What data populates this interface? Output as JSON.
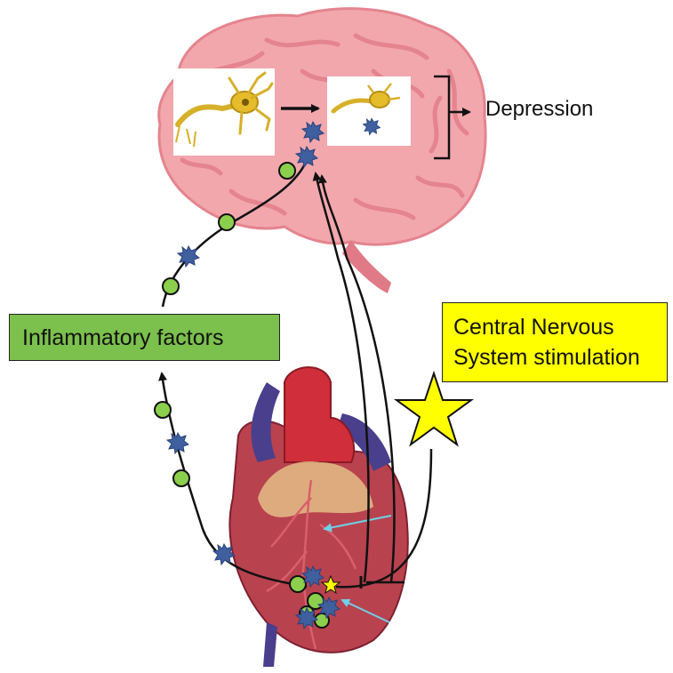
{
  "labels": {
    "inflammatory": "Inflammatory factors",
    "cns_line1": "Central Nervous",
    "cns_line2": "System stimulation",
    "depression": "Depression"
  },
  "colors": {
    "brain": "#f2a7ad",
    "brain_fold": "#e9828c",
    "inflammatory_box": "#7cc04d",
    "cns_box": "#ffff00",
    "cytokine": "#3f5f9e",
    "green_dot": "#8ccf4d",
    "heart": "#b9424f",
    "aorta": "#cf2e3a",
    "vein": "#4a3f8c",
    "fat": "#e7c58a",
    "cyan_arrow": "#6fd0e6"
  },
  "icons": [
    "brain-illustration",
    "neuron-healthy-icon",
    "neuron-damaged-icon",
    "heart-illustration",
    "star-icon",
    "cytokine-icon",
    "green-molecule-icon"
  ]
}
